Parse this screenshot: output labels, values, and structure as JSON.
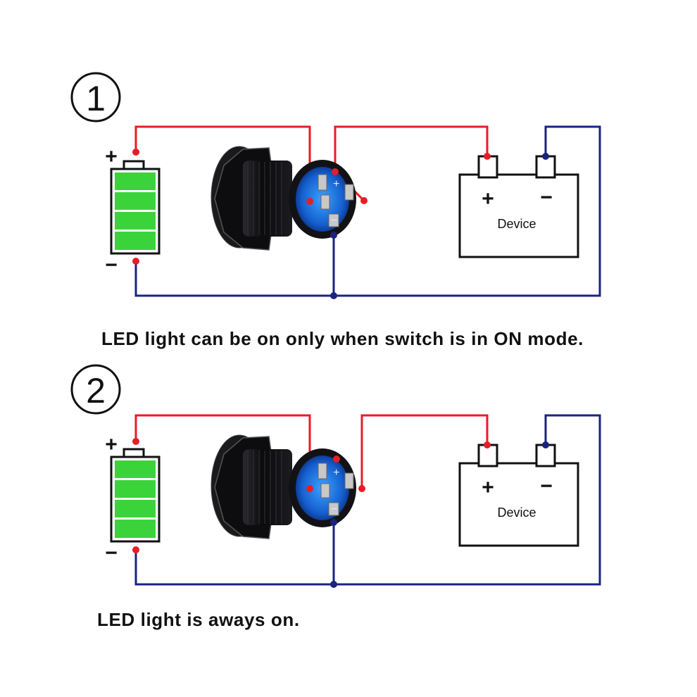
{
  "colors": {
    "positive_wire": "#e41e26",
    "negative_wire": "#1a237e",
    "battery_fill": "#39e639",
    "switch_body": "#0f0f12",
    "led_ring": "#1e6fe0"
  },
  "diagrams": [
    {
      "number": "①",
      "battery": {
        "plus": "+",
        "minus": "−"
      },
      "device": {
        "label": "Device",
        "plus": "+",
        "minus": "−"
      },
      "caption": "LED light can be on only when switch is in ON mode."
    },
    {
      "number": "②",
      "battery": {
        "plus": "+",
        "minus": "−"
      },
      "device": {
        "label": "Device",
        "plus": "+",
        "minus": "−"
      },
      "caption": "LED light is aways on."
    }
  ]
}
